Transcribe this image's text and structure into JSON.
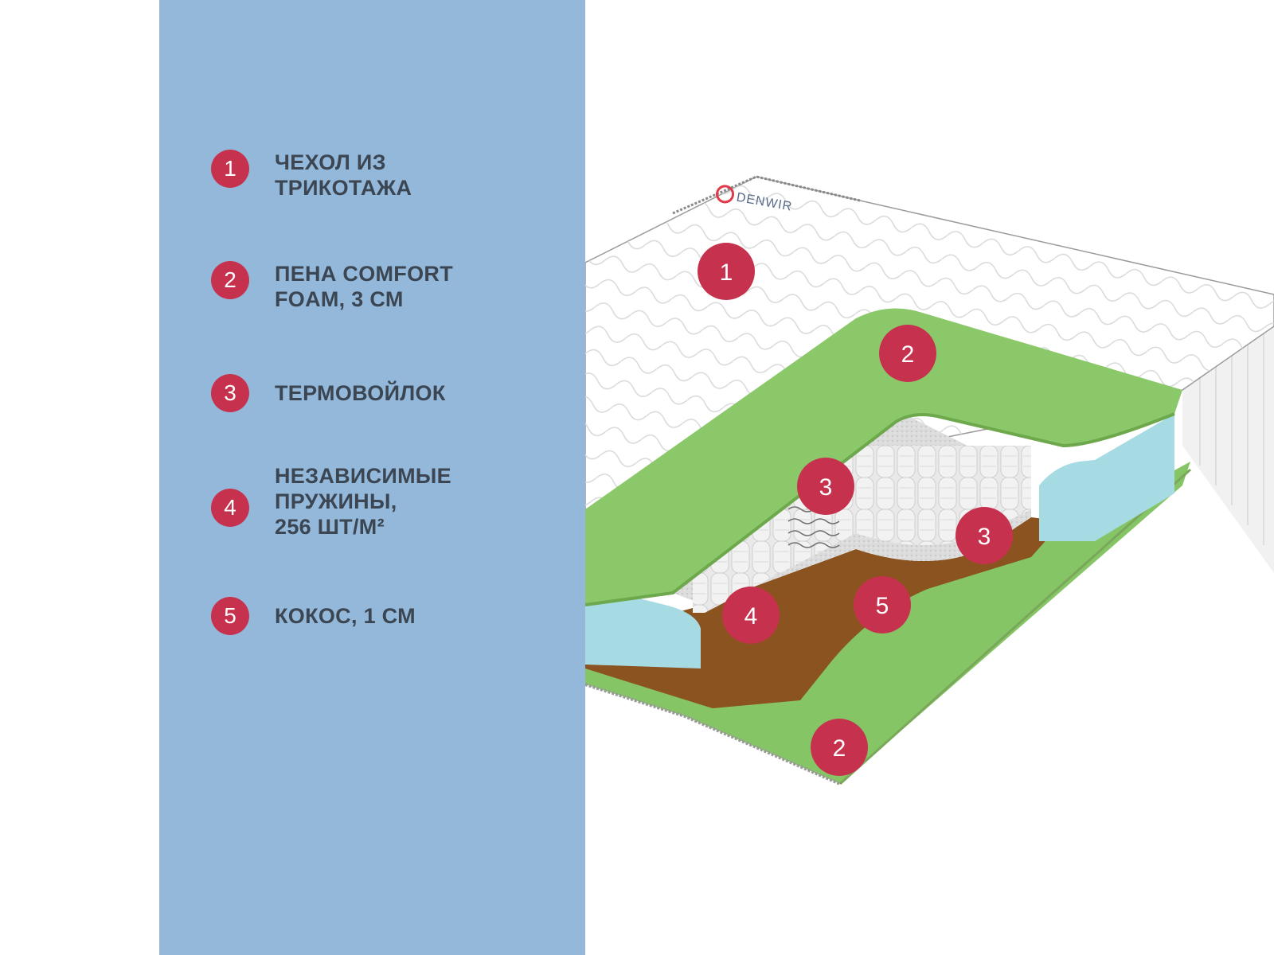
{
  "legend": [
    {
      "num": "1",
      "text": "ЧЕХОЛ ИЗ\nТРИКОТАЖА"
    },
    {
      "num": "2",
      "text": "ПЕНА COMFORT\nFOAM, 3 СМ"
    },
    {
      "num": "3",
      "text": "ТЕРМОВОЙЛОК"
    },
    {
      "num": "4",
      "text": "НЕЗАВИСИМЫЕ\nПРУЖИНЫ,\n256 ШТ/М²"
    },
    {
      "num": "5",
      "text": "КОКОС, 1 СМ"
    }
  ],
  "brand": {
    "logo_text": "DENWIR",
    "logo_color": "#e23a4a"
  },
  "markers": [
    {
      "num": "1"
    },
    {
      "num": "2"
    },
    {
      "num": "3"
    },
    {
      "num": "3"
    },
    {
      "num": "4"
    },
    {
      "num": "5"
    },
    {
      "num": "2"
    }
  ],
  "colors": {
    "panel": "#93b8da",
    "badge": "#c6324e",
    "legend_text": "#3b4652",
    "foam": "#8bc86a",
    "coconut": "#8a5320",
    "side_foam": "#a6dbe4"
  }
}
